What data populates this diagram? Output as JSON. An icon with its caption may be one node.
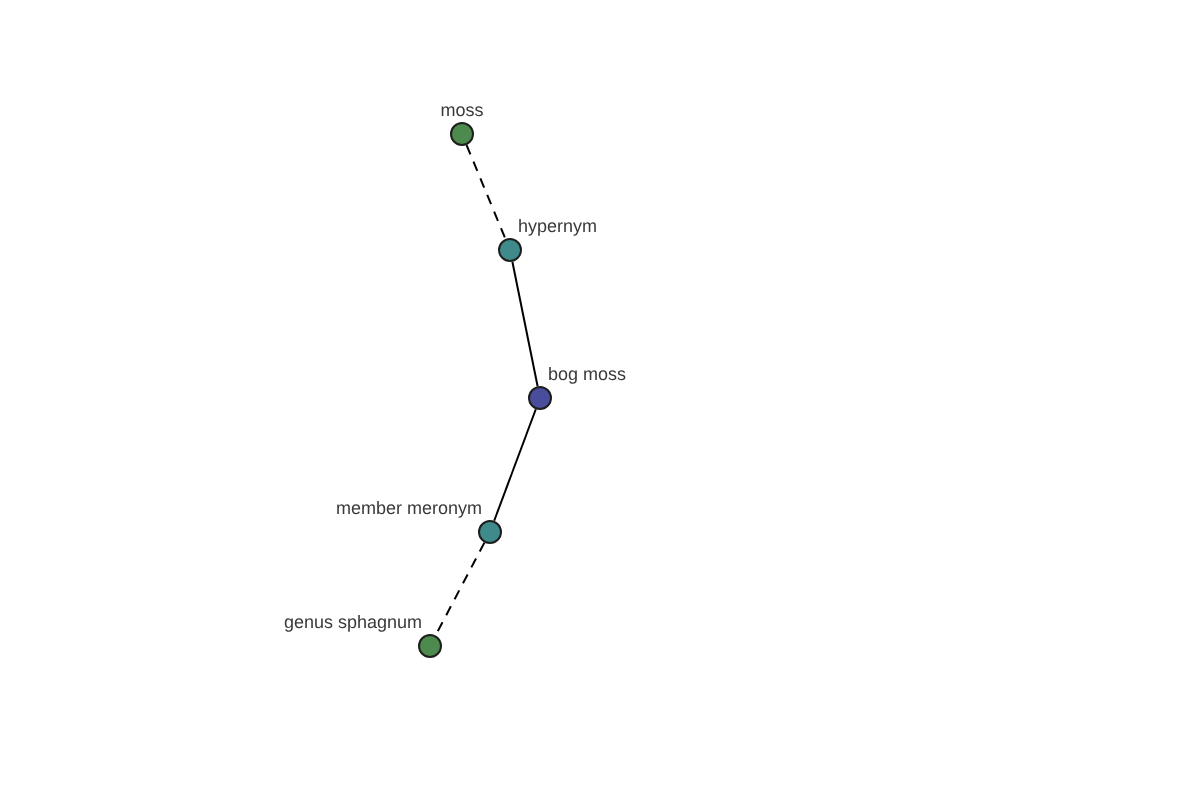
{
  "diagram": {
    "nodes": [
      {
        "text": [
          "moss"
        ]
      },
      {
        "text": [
          "hypernym"
        ]
      },
      {
        "text": [
          "bog moss"
        ]
      },
      {
        "text": [
          "member meronym"
        ]
      },
      {
        "text": [
          "genus sphagnum"
        ]
      }
    ],
    "edges": [
      {
        "from": 0,
        "to": 1,
        "arrow": "none",
        "style": "dashed"
      },
      {
        "from": 1,
        "to": 2,
        "arrow": "none"
      },
      {
        "from": 2,
        "to": 3,
        "arrow": "none"
      },
      {
        "from": 3,
        "to": 4,
        "arrow": "none",
        "style": "dashed"
      }
    ]
  }
}
